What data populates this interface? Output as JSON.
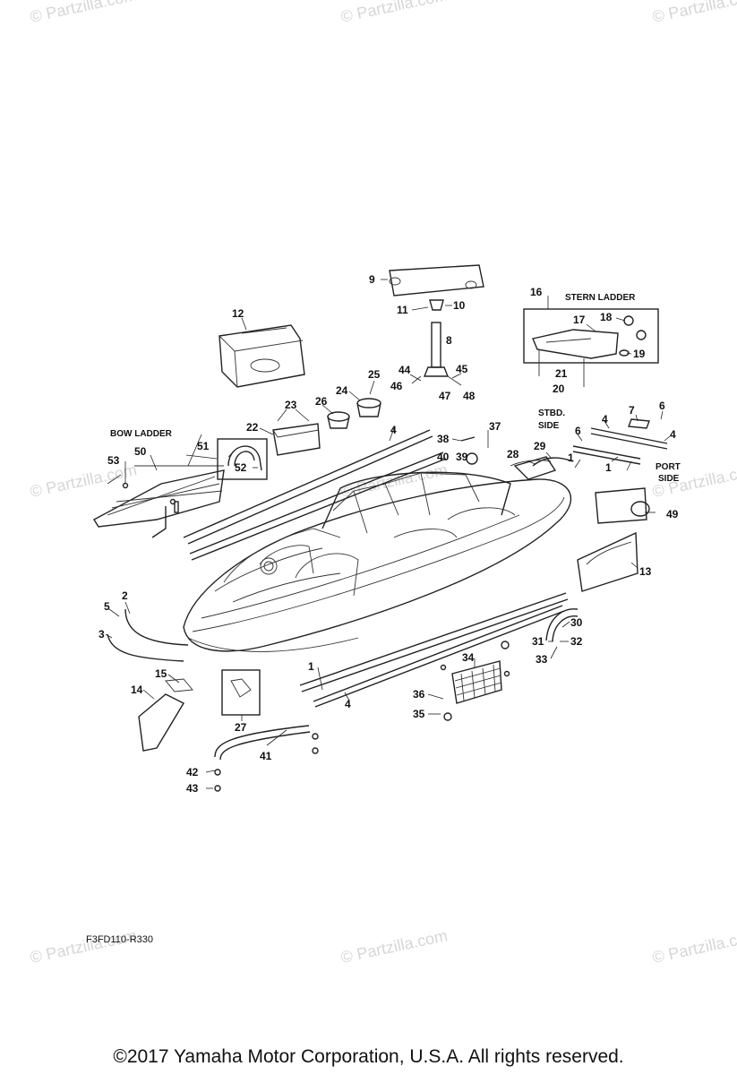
{
  "watermark": "© Partzilla.com",
  "diagram_code": "F3FD110-R330",
  "copyright": "©2017  Yamaha Motor Corporation, U.S.A. All rights reserved.",
  "captions": {
    "bow_ladder": "BOW LADDER",
    "stern_ladder": "STERN LADDER",
    "stbd_side_1": "STBD.",
    "stbd_side_2": "SIDE",
    "port_side_1": "PORT",
    "port_side_2": "SIDE"
  },
  "callouts": {
    "n1a": "1",
    "n1b": "1",
    "n1c": "1",
    "n2": "2",
    "n3": "3",
    "n4a": "4",
    "n4b": "4",
    "n4c": "4",
    "n4d": "4",
    "n5": "5",
    "n6a": "6",
    "n6b": "6",
    "n7": "7",
    "n8": "8",
    "n9": "9",
    "n10": "10",
    "n11": "11",
    "n12": "12",
    "n13": "13",
    "n14": "14",
    "n15": "15",
    "n16": "16",
    "n17": "17",
    "n18": "18",
    "n19": "19",
    "n20": "20",
    "n21": "21",
    "n22": "22",
    "n23": "23",
    "n24": "24",
    "n25": "25",
    "n26": "26",
    "n27": "27",
    "n28": "28",
    "n29": "29",
    "n30": "30",
    "n31": "31",
    "n32": "32",
    "n33": "33",
    "n34": "34",
    "n35": "35",
    "n36": "36",
    "n37": "37",
    "n38": "38",
    "n39": "39",
    "n40": "40",
    "n41": "41",
    "n42": "42",
    "n43": "43",
    "n44": "44",
    "n45": "45",
    "n46": "46",
    "n47": "47",
    "n48": "48",
    "n49": "49",
    "n50": "50",
    "n51": "51",
    "n52": "52",
    "n53": "53"
  }
}
